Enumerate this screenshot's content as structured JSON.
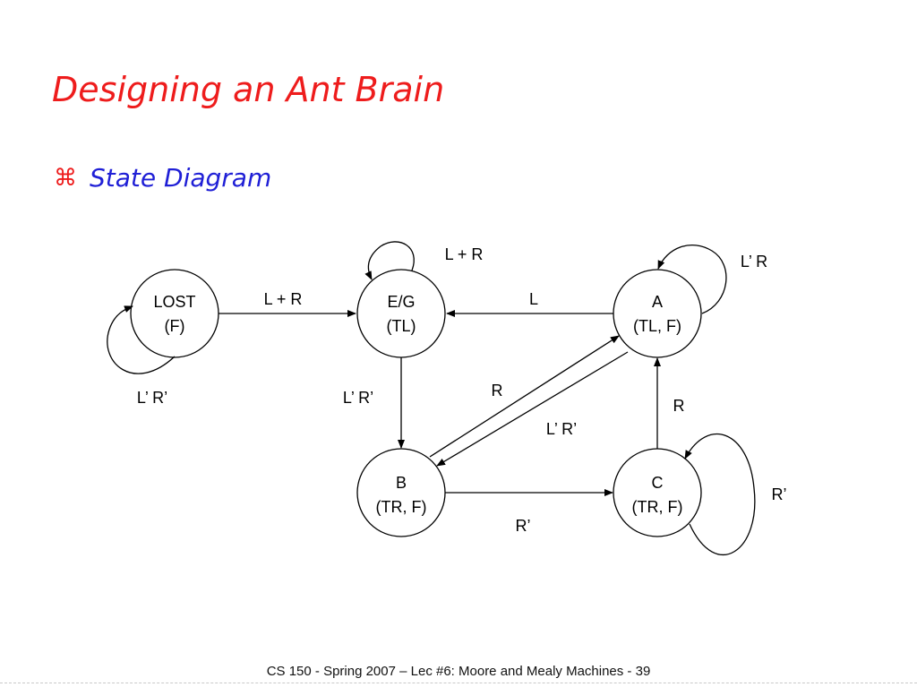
{
  "slide": {
    "title": "Designing an Ant Brain",
    "bullet_icon": "command-key-icon",
    "bullet_glyph": "⌘",
    "bullet_text": "State Diagram",
    "footer": "CS 150 - Spring 2007 – Lec #6: Moore and Mealy Machines - 39"
  },
  "diagram": {
    "states": [
      {
        "id": "lost",
        "name": "LOST",
        "output": "(F)"
      },
      {
        "id": "eg",
        "name": "E/G",
        "output": "(TL)"
      },
      {
        "id": "a",
        "name": "A",
        "output": "(TL, F)"
      },
      {
        "id": "b",
        "name": "B",
        "output": "(TR, F)"
      },
      {
        "id": "c",
        "name": "C",
        "output": "(TR, F)"
      }
    ],
    "transitions": [
      {
        "from": "lost",
        "to": "lost",
        "label": "L’ R’"
      },
      {
        "from": "lost",
        "to": "eg",
        "label": "L + R"
      },
      {
        "from": "eg",
        "to": "eg",
        "label": "L + R"
      },
      {
        "from": "a",
        "to": "eg",
        "label": "L"
      },
      {
        "from": "a",
        "to": "a",
        "label": "L’ R"
      },
      {
        "from": "eg",
        "to": "b",
        "label": "L’ R’"
      },
      {
        "from": "b",
        "to": "a",
        "label": "R"
      },
      {
        "from": "a",
        "to": "b",
        "label": "L’ R’"
      },
      {
        "from": "c",
        "to": "a",
        "label": "R"
      },
      {
        "from": "b",
        "to": "c",
        "label": "R’"
      },
      {
        "from": "c",
        "to": "c",
        "label": "R’"
      }
    ]
  }
}
